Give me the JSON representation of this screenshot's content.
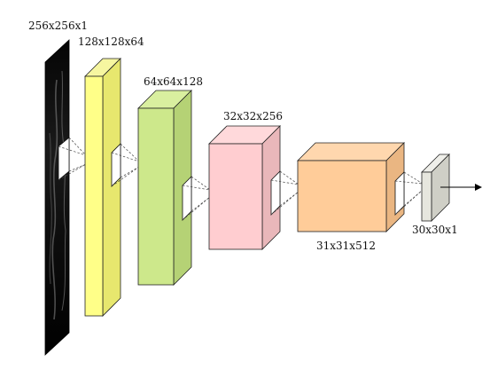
{
  "layers": [
    {
      "id": "input",
      "label": "256x256x1",
      "front_color": "#000000",
      "side_color": "#000000",
      "top_color": "#000000"
    },
    {
      "id": "conv1",
      "label": "128x128x64",
      "front_color": "#ffff88",
      "side_color": "#e7e76e",
      "top_color": "#f6f6a0"
    },
    {
      "id": "conv2",
      "label": "64x64x128",
      "front_color": "#cde88b",
      "side_color": "#b5d275",
      "top_color": "#d9ef9f"
    },
    {
      "id": "conv3",
      "label": "32x32x256",
      "front_color": "#ffcdd0",
      "side_color": "#e9b7ba",
      "top_color": "#ffd9db"
    },
    {
      "id": "conv4",
      "label": "31x31x512",
      "front_color": "#ffcc99",
      "side_color": "#eab682",
      "top_color": "#ffd7ae"
    },
    {
      "id": "output",
      "label": "30x30x1",
      "front_color": "#e6e6de",
      "side_color": "#cfcfc6",
      "top_color": "#efefea"
    }
  ],
  "patch_color": "#ffffff",
  "arrow_color": "#000000"
}
